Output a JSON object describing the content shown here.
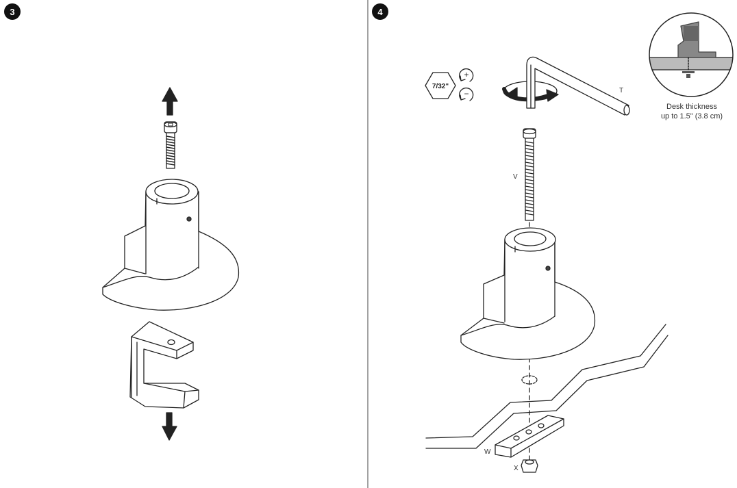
{
  "steps": [
    {
      "number": "3"
    },
    {
      "number": "4"
    }
  ],
  "step4": {
    "tool_size": "7/32\"",
    "tighten_symbol": "+",
    "loosen_symbol": "−",
    "part_labels": {
      "allen_key": "T",
      "bolt": "V",
      "plate": "W",
      "nut": "X"
    },
    "detail_caption_line1": "Desk thickness",
    "detail_caption_line2": "up to 1.5\" (3.8 cm)"
  },
  "icons": [
    "arrow-up-icon",
    "arrow-down-icon",
    "hex-key-icon",
    "rotate-clockwise-icon",
    "rotate-counterclockwise-icon",
    "rotation-arrow-icon"
  ]
}
